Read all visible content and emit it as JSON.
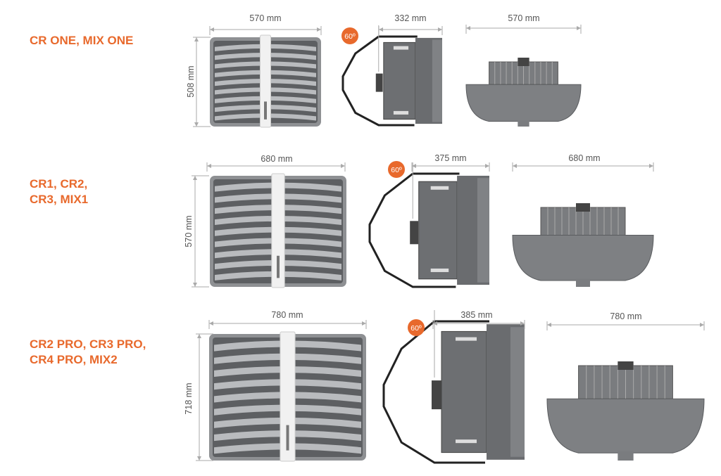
{
  "accent_color": "#e8692c",
  "rows": [
    {
      "models_line1": "CR ONE, MIX ONE",
      "models_line2": "",
      "front_width": "570 mm",
      "front_height": "508 mm",
      "side_depth": "332 mm",
      "bottom_width": "570 mm",
      "angle": "60º"
    },
    {
      "models_line1": "CR1, CR2,",
      "models_line2": "CR3, MIX1",
      "front_width": "680 mm",
      "front_height": "570 mm",
      "side_depth": "375 mm",
      "bottom_width": "680 mm",
      "angle": "60º"
    },
    {
      "models_line1": "CR2 PRO, CR3 PRO,",
      "models_line2": "CR4 PRO, MIX2",
      "front_width": "780 mm",
      "front_height": "718 mm",
      "side_depth": "385 mm",
      "bottom_width": "780 mm",
      "angle": "60º"
    }
  ]
}
